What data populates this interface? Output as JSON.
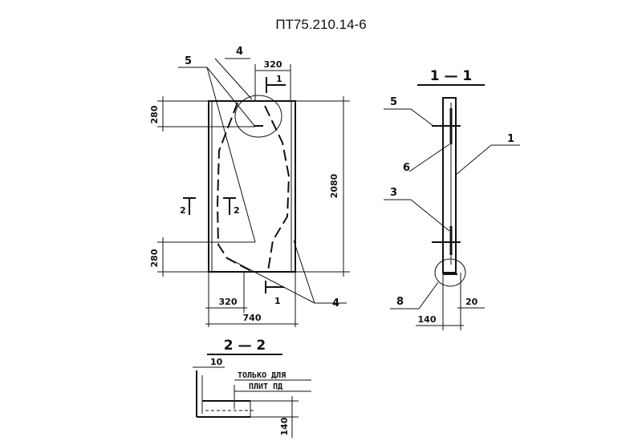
{
  "drawing": {
    "title": "ПТ75.210.14-6",
    "front_view": {
      "dim_top_width": "320",
      "dim_bottom_left": "320",
      "dim_total_width": "740",
      "dim_top_height": "280",
      "dim_bottom_height": "280",
      "dim_total_height": "2080",
      "callout_5": "5",
      "callout_4_top": "4",
      "callout_4_bottom": "4",
      "section_mark_1_top": "1",
      "section_mark_1_bottom": "1",
      "section_mark_2_left": "2",
      "section_mark_2_right": "2"
    },
    "section_1_1": {
      "title": "1 — 1",
      "callout_5": "5",
      "callout_6": "6",
      "callout_1": "1",
      "callout_3": "3",
      "callout_8": "8",
      "dim_20": "20",
      "dim_140": "140"
    },
    "section_2_2": {
      "title": "2 — 2",
      "dim_10": "10",
      "dim_140": "140",
      "note_line1": "ТОЛЬКО ДЛЯ",
      "note_line2": "ПЛИТ ПД"
    }
  }
}
